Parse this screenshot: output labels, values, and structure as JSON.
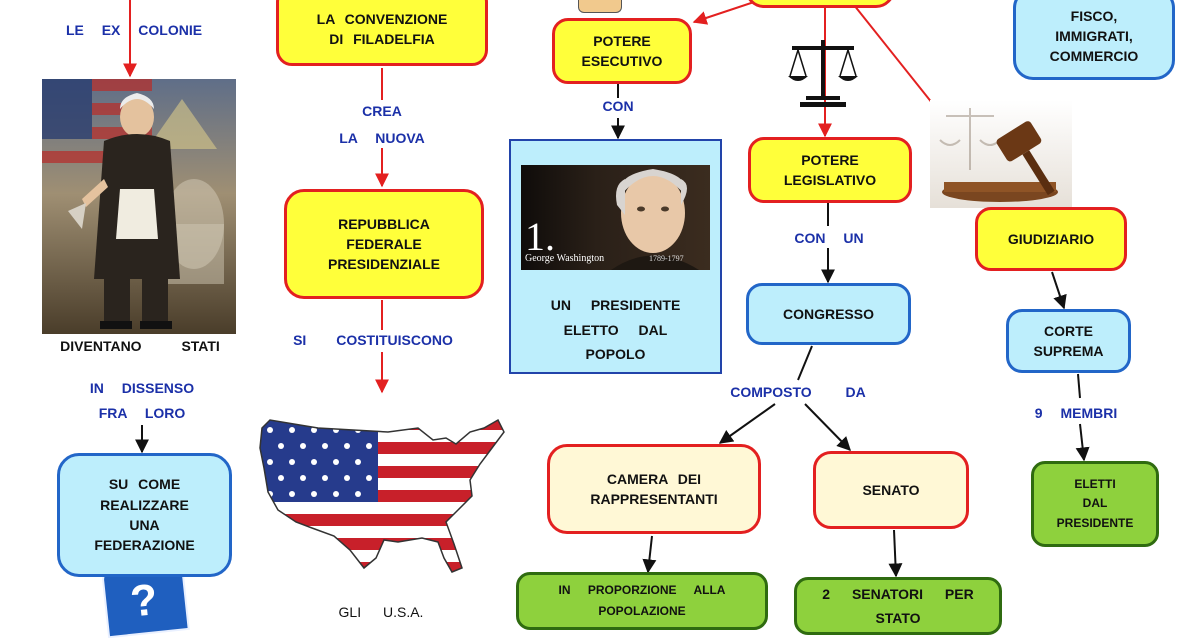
{
  "nodes": {
    "convenzione": "LA CONVENZIONE\nDI FILADELFIA",
    "esecutivo": "POTERE\nESECUTIVO",
    "legislativo": "POTERE\nLEGISLATIVO",
    "fisco": "FISCO,\nIMMIGRATI,\nCOMMERCIO",
    "repubblica": "REPUBBLICA\nFEDERALE\nPRESIDENZIALE",
    "federazione": "SU COME\nREALIZZARE\nUNA\nFEDERAZIONE",
    "presidente": "UN PRESIDENTE\nELETTO DAL\nPOPOLO",
    "congresso": "CONGRESSO",
    "giudiziario": "GIUDIZIARIO",
    "corte": "CORTE\nSUPREMA",
    "camera": "CAMERA DEI\nRAPPRESENTANTI",
    "senato": "SENATO",
    "eletti": "ELETTI\nDAL\nPRESIDENTE",
    "proporzione": "IN PROPORZIONE ALLA\nPOPOLAZIONE",
    "senatori": "2 SENATORI PER\nSTATO"
  },
  "labels": {
    "colonie": "LE EX COLONIE",
    "diventano": "DIVENTANO STATI",
    "dissenso": "IN DISSENSO\nFRA LORO",
    "crea": "CREA\nLA NUOVA",
    "costituiscono": "SI COSTITUISCONO",
    "usa": "GLI U.S.A.",
    "con": "CON",
    "con_un": "CON UN",
    "composto": "COMPOSTO DA",
    "membri": "9 MEMBRI"
  },
  "portrait_caption": {
    "number": "1.",
    "name": "George Washington",
    "years": "1789-1797"
  },
  "colors": {
    "yellow": "#ffff3a",
    "red_border": "#e32020",
    "cyan": "#bdeefc",
    "blue_border": "#2266c8",
    "cream": "#fff8d6",
    "green": "#8ed13d",
    "label_blue": "#1b30a8"
  }
}
